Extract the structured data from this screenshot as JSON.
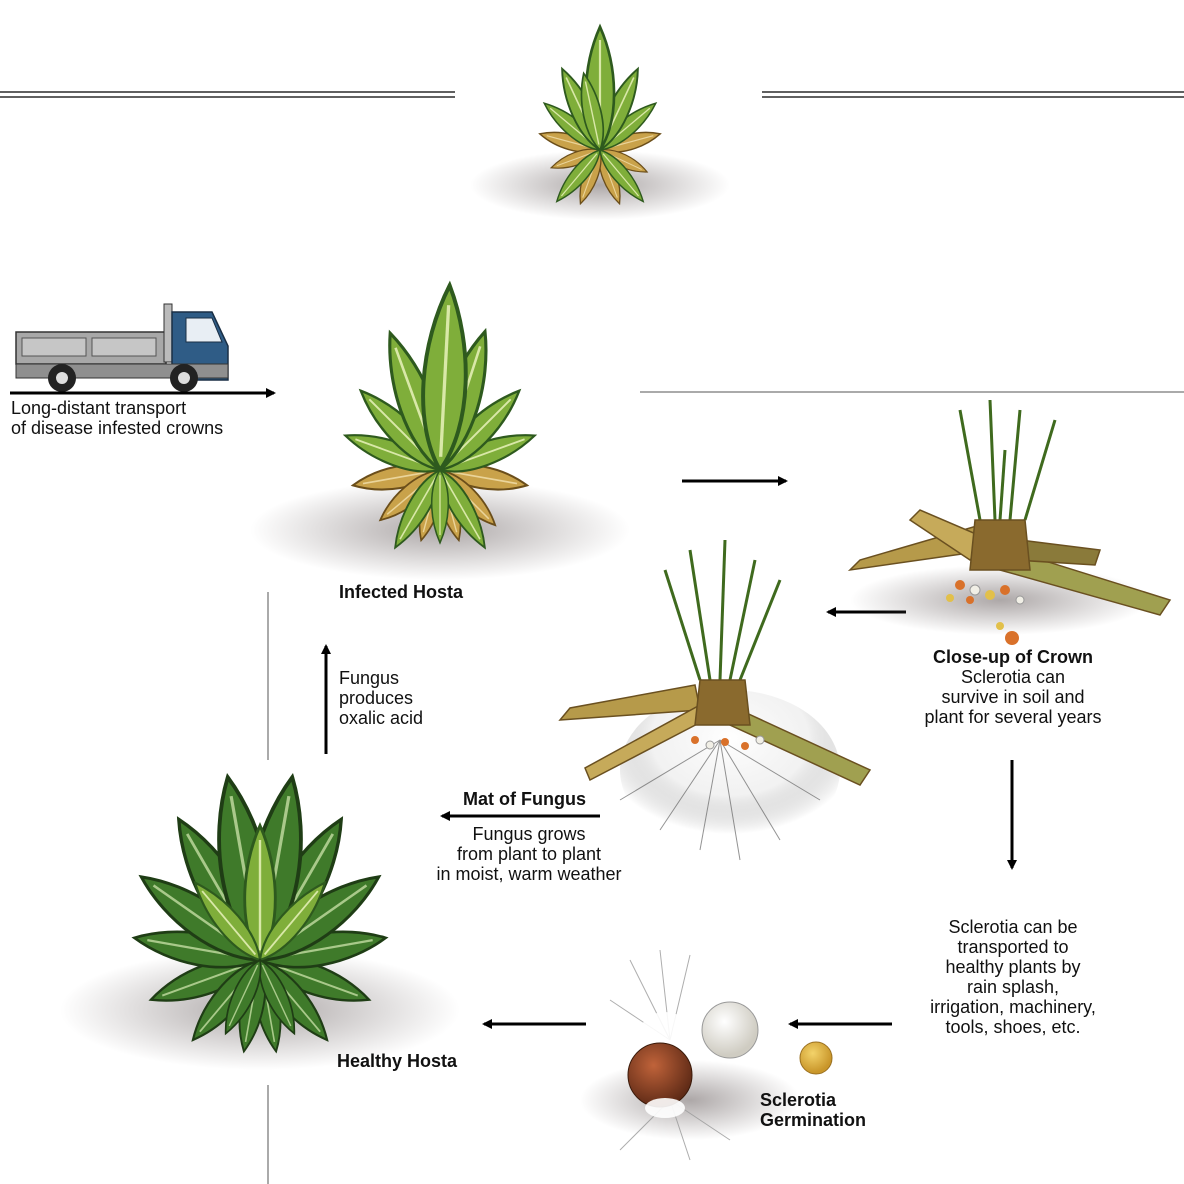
{
  "labels": {
    "transport": [
      "Long-distant transport",
      "of disease infested crowns"
    ],
    "infected_hosta": "Infected Hosta",
    "fungus_acid": [
      "Fungus",
      "produces",
      "oxalic acid"
    ],
    "crown_title": "Close-up of Crown",
    "crown_text": [
      "Sclerotia can",
      "survive in soil and",
      "plant for several years"
    ],
    "mat_title": "Mat of Fungus",
    "mat_text": [
      "Fungus grows",
      "from plant to plant",
      "in moist, warm weather"
    ],
    "transport_sclerotia": [
      "Sclerotia can be",
      "transported to",
      "healthy plants by",
      "rain splash,",
      "irrigation, machinery,",
      "tools, shoes, etc."
    ],
    "healthy_hosta": "Healthy Hosta",
    "germination": [
      "Sclerotia",
      "Germination"
    ]
  },
  "colors": {
    "leaf_green": "#7fae3a",
    "leaf_dark": "#3f7a2a",
    "leaf_dying": "#c9a24a",
    "stem_brown": "#8a6a2e",
    "truck_blue": "#2f5c86",
    "truck_grey": "#9a9a9a",
    "sclerotia_orange": "#d9712a",
    "sclerotia_white": "#f1efe6",
    "line": "#000000"
  },
  "icons": [
    "truck-icon",
    "infected-hosta-illustration",
    "crown-closeup-illustration",
    "fungus-mat-illustration",
    "healthy-hosta-illustration",
    "germination-illustration",
    "top-hosta-illustration"
  ]
}
